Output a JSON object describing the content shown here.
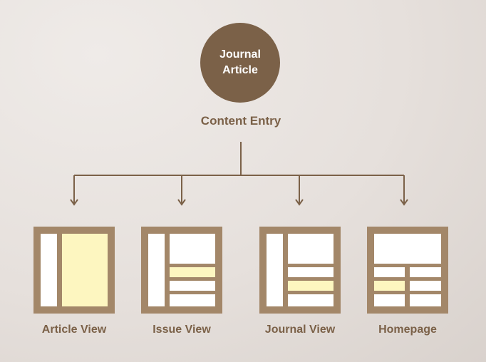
{
  "root": {
    "title_line1": "Journal",
    "title_line2": "Article",
    "caption": "Content Entry"
  },
  "views": [
    {
      "label": "Article View"
    },
    {
      "label": "Issue View"
    },
    {
      "label": "Journal View"
    },
    {
      "label": "Homepage"
    }
  ],
  "colors": {
    "brown": "#7b6148",
    "frame": "#a38769",
    "highlight": "#fdf6c0",
    "panel": "#ffffff"
  }
}
